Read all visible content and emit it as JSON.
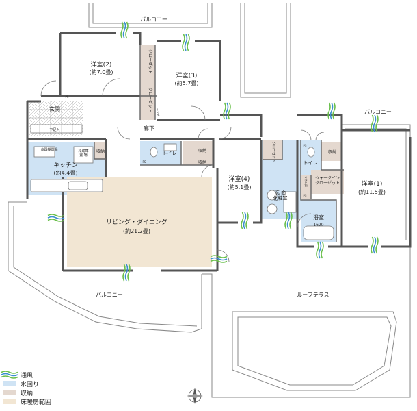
{
  "rooms": {
    "western2": {
      "name": "洋室(2)",
      "size": "(約7.0畳)"
    },
    "western3": {
      "name": "洋室(3)",
      "size": "(約5.7畳)"
    },
    "western4": {
      "name": "洋室(4)",
      "size": "(約5.1畳)"
    },
    "western1": {
      "name": "洋室(1)",
      "size": "(約11.5畳)"
    },
    "kitchen": {
      "name": "キッチン",
      "size": "(約4.4畳)"
    },
    "living": {
      "name": "リビング・ダイニング",
      "size": "(約21.2畳)"
    },
    "entrance": {
      "name": "玄関"
    },
    "hallway": {
      "name": "廊下"
    },
    "bath": {
      "name": "浴室",
      "size": "1620"
    },
    "washroom": {
      "name": "洗 面\n化粧室"
    }
  },
  "labels": {
    "balcony_top": "バルコニー",
    "balcony_right": "バルコニー",
    "balcony_bottom": "バルコニー",
    "roof_terrace": "ルーフテラス",
    "toilet1": "トイレ",
    "toilet2": "トイレ",
    "storage1": "収納",
    "storage2": "収納",
    "storage3": "収納",
    "storage4": "収納",
    "closet1": "クローゼット",
    "closet2": "クローゼット",
    "closet3": "クローゼット",
    "walkin": "ウォークイン\nクローゼット",
    "shoes": "下足入",
    "dish_dryer": "食器棚置場",
    "fridge": "冷蔵庫\n置 場",
    "linen": "リネン庫",
    "niche": "ニッチ",
    "ps": "PS"
  },
  "legend": [
    {
      "label": "通風",
      "kind": "wind"
    },
    {
      "label": "水回り",
      "kind": "swatch",
      "color": "#cfe3f4"
    },
    {
      "label": "収納",
      "kind": "swatch",
      "color": "#e4d8cf"
    },
    {
      "label": "床暖房範囲",
      "kind": "swatch",
      "color": "#f2e6d3"
    }
  ],
  "colors": {
    "water": "#cfe3f4",
    "storage": "#e4d8cf",
    "floor_heating": "#f2e6d3",
    "wall": "#555555",
    "wind_green": "#6abf4b",
    "wind_blue": "#3a8fd0"
  }
}
